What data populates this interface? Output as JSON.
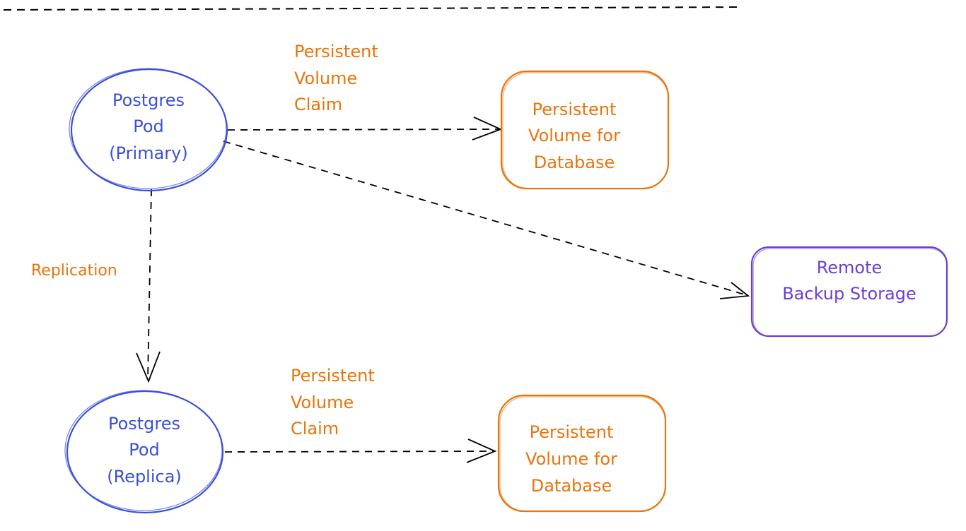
{
  "colors": {
    "blue": "#3b4fd8",
    "orange": "#e8740c",
    "purple": "#6a3fd6",
    "line": "#000000"
  },
  "nodes": {
    "primary_pod": {
      "lines": [
        "Postgres",
        "Pod",
        "(Primary)"
      ]
    },
    "replica_pod": {
      "lines": [
        "Postgres",
        "Pod",
        "(Replica)"
      ]
    },
    "pv_primary": {
      "lines": [
        "Persistent",
        "Volume for",
        "Database"
      ]
    },
    "pv_replica": {
      "lines": [
        "Persistent",
        "Volume for",
        "Database"
      ]
    },
    "backup": {
      "lines": [
        "Remote",
        "Backup Storage"
      ]
    }
  },
  "edge_labels": {
    "pvc_primary": [
      "Persistent",
      "Volume",
      "Claim"
    ],
    "pvc_replica": [
      "Persistent",
      "Volume",
      "Claim"
    ],
    "replication": "Replication"
  }
}
